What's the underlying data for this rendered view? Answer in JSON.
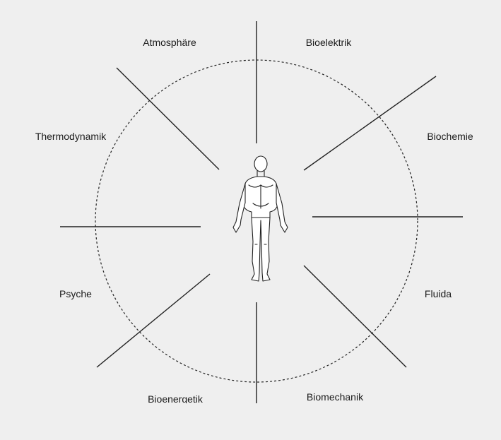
{
  "colors": {
    "background": "#efefef",
    "line": "#222222"
  },
  "labels": {
    "atmosphaere": "Atmosphäre",
    "bioelektrik": "Bioelektrik",
    "thermodynamik": "Thermodynamik",
    "biochemie": "Biochemie",
    "psyche": "Psyche",
    "fluida": "Fluida",
    "bioenergetik": "Bioenergetik",
    "biomechanik": "Biomechanik"
  },
  "center_icon": "human-body-figure"
}
